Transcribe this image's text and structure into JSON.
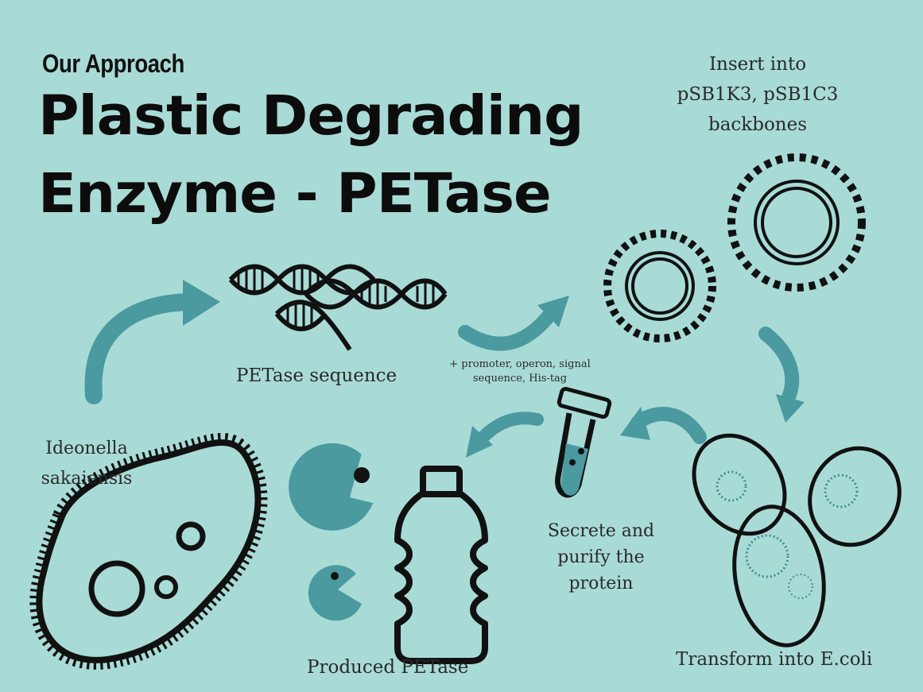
{
  "header": {
    "kicker": "Our Approach",
    "title_line1": "Plastic Degrading",
    "title_line2": "Enzyme - PETase"
  },
  "steps": {
    "organism": {
      "line1": "Ideonella",
      "line2": "sakaiensis"
    },
    "sequence": {
      "label": "PETase sequence"
    },
    "additions": {
      "line1": "+ promoter, operon, signal",
      "line2": "sequence, His-tag"
    },
    "backbones": {
      "line1": "Insert into",
      "line2": "pSB1K3, pSB1C3",
      "line3": "backbones"
    },
    "transform": {
      "label": "Transform into E.coli"
    },
    "purify": {
      "line1": "Secrete and",
      "line2": "purify the",
      "line3": "protein"
    },
    "produced": {
      "label": "Produced PETase"
    }
  },
  "colors": {
    "background": "#a9dbd6",
    "accent": "#4a9aa0",
    "ink": "#111111"
  }
}
